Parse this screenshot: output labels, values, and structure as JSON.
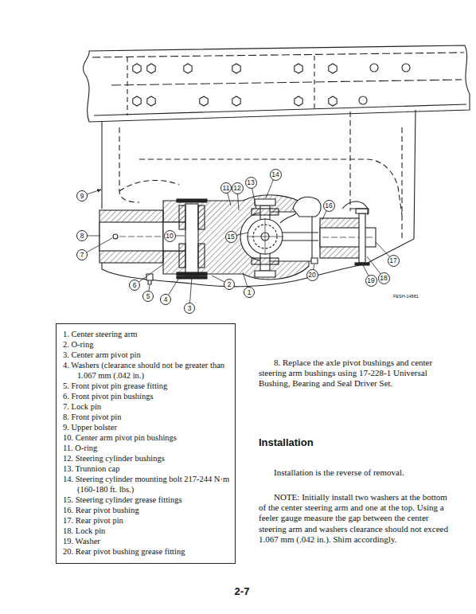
{
  "diagram": {
    "nodes": [
      {
        "text": [
          "1"
        ]
      },
      {
        "text": [
          "2"
        ]
      },
      {
        "text": [
          "3"
        ]
      },
      {
        "text": [
          "4"
        ]
      },
      {
        "text": [
          "5"
        ]
      },
      {
        "text": [
          "6"
        ]
      },
      {
        "text": [
          "7"
        ]
      },
      {
        "text": [
          "8"
        ]
      },
      {
        "text": [
          "9"
        ]
      },
      {
        "text": [
          "10"
        ]
      },
      {
        "text": [
          "11"
        ]
      },
      {
        "text": [
          "12"
        ]
      },
      {
        "text": [
          "13"
        ]
      },
      {
        "text": [
          "14"
        ]
      },
      {
        "text": [
          "15"
        ]
      },
      {
        "text": [
          "16"
        ]
      },
      {
        "text": [
          "17"
        ]
      },
      {
        "text": [
          "18"
        ]
      },
      {
        "text": [
          "19"
        ]
      },
      {
        "text": [
          "20"
        ]
      },
      {
        "text": [
          "1. Center steering arm",
          "2. O-ring",
          "3. Center arm pivot pin",
          "4. Washers (clearance should not be greater than 1.067 mm (.042 in.)",
          "5. Front pivot pin grease fitting",
          "6. Front pivot pin bushings",
          "7. Lock pin",
          "8. Front pivot pin",
          "9. Upper bolster",
          "10. Center arm pivot pin bushings",
          "11. O-ring",
          "12. Steering cylinder bushings",
          "13. Trunnion cap",
          "14. Steering cylinder mounting bolt 217-244 N·m (160-180 ft. lbs.)",
          "15. Steering cylinder grease fittings",
          "16. Rear pivot bushing",
          "17. Rear pivot pin",
          "18. Lock pin",
          "19. Washer",
          "20. Rear pivot bushing grease fitting"
        ]
      }
    ],
    "labels": [
      "FESH-14881",
      "8. Replace the axle pivot bushings and center steering arm bushings using 17-228-1 Universal Bushing, Bearing and Seal Driver Set.",
      "Installation",
      "Installation is the reverse of removal.",
      "NOTE: Initially install two washers at the bottom of the center steering arm and one at the top. Using a feeler gauge measure the gap between the center steering arm and washers clearance should not exceed 1.067 mm (.042 in.). Shim accordingly.",
      "2-7"
    ]
  }
}
